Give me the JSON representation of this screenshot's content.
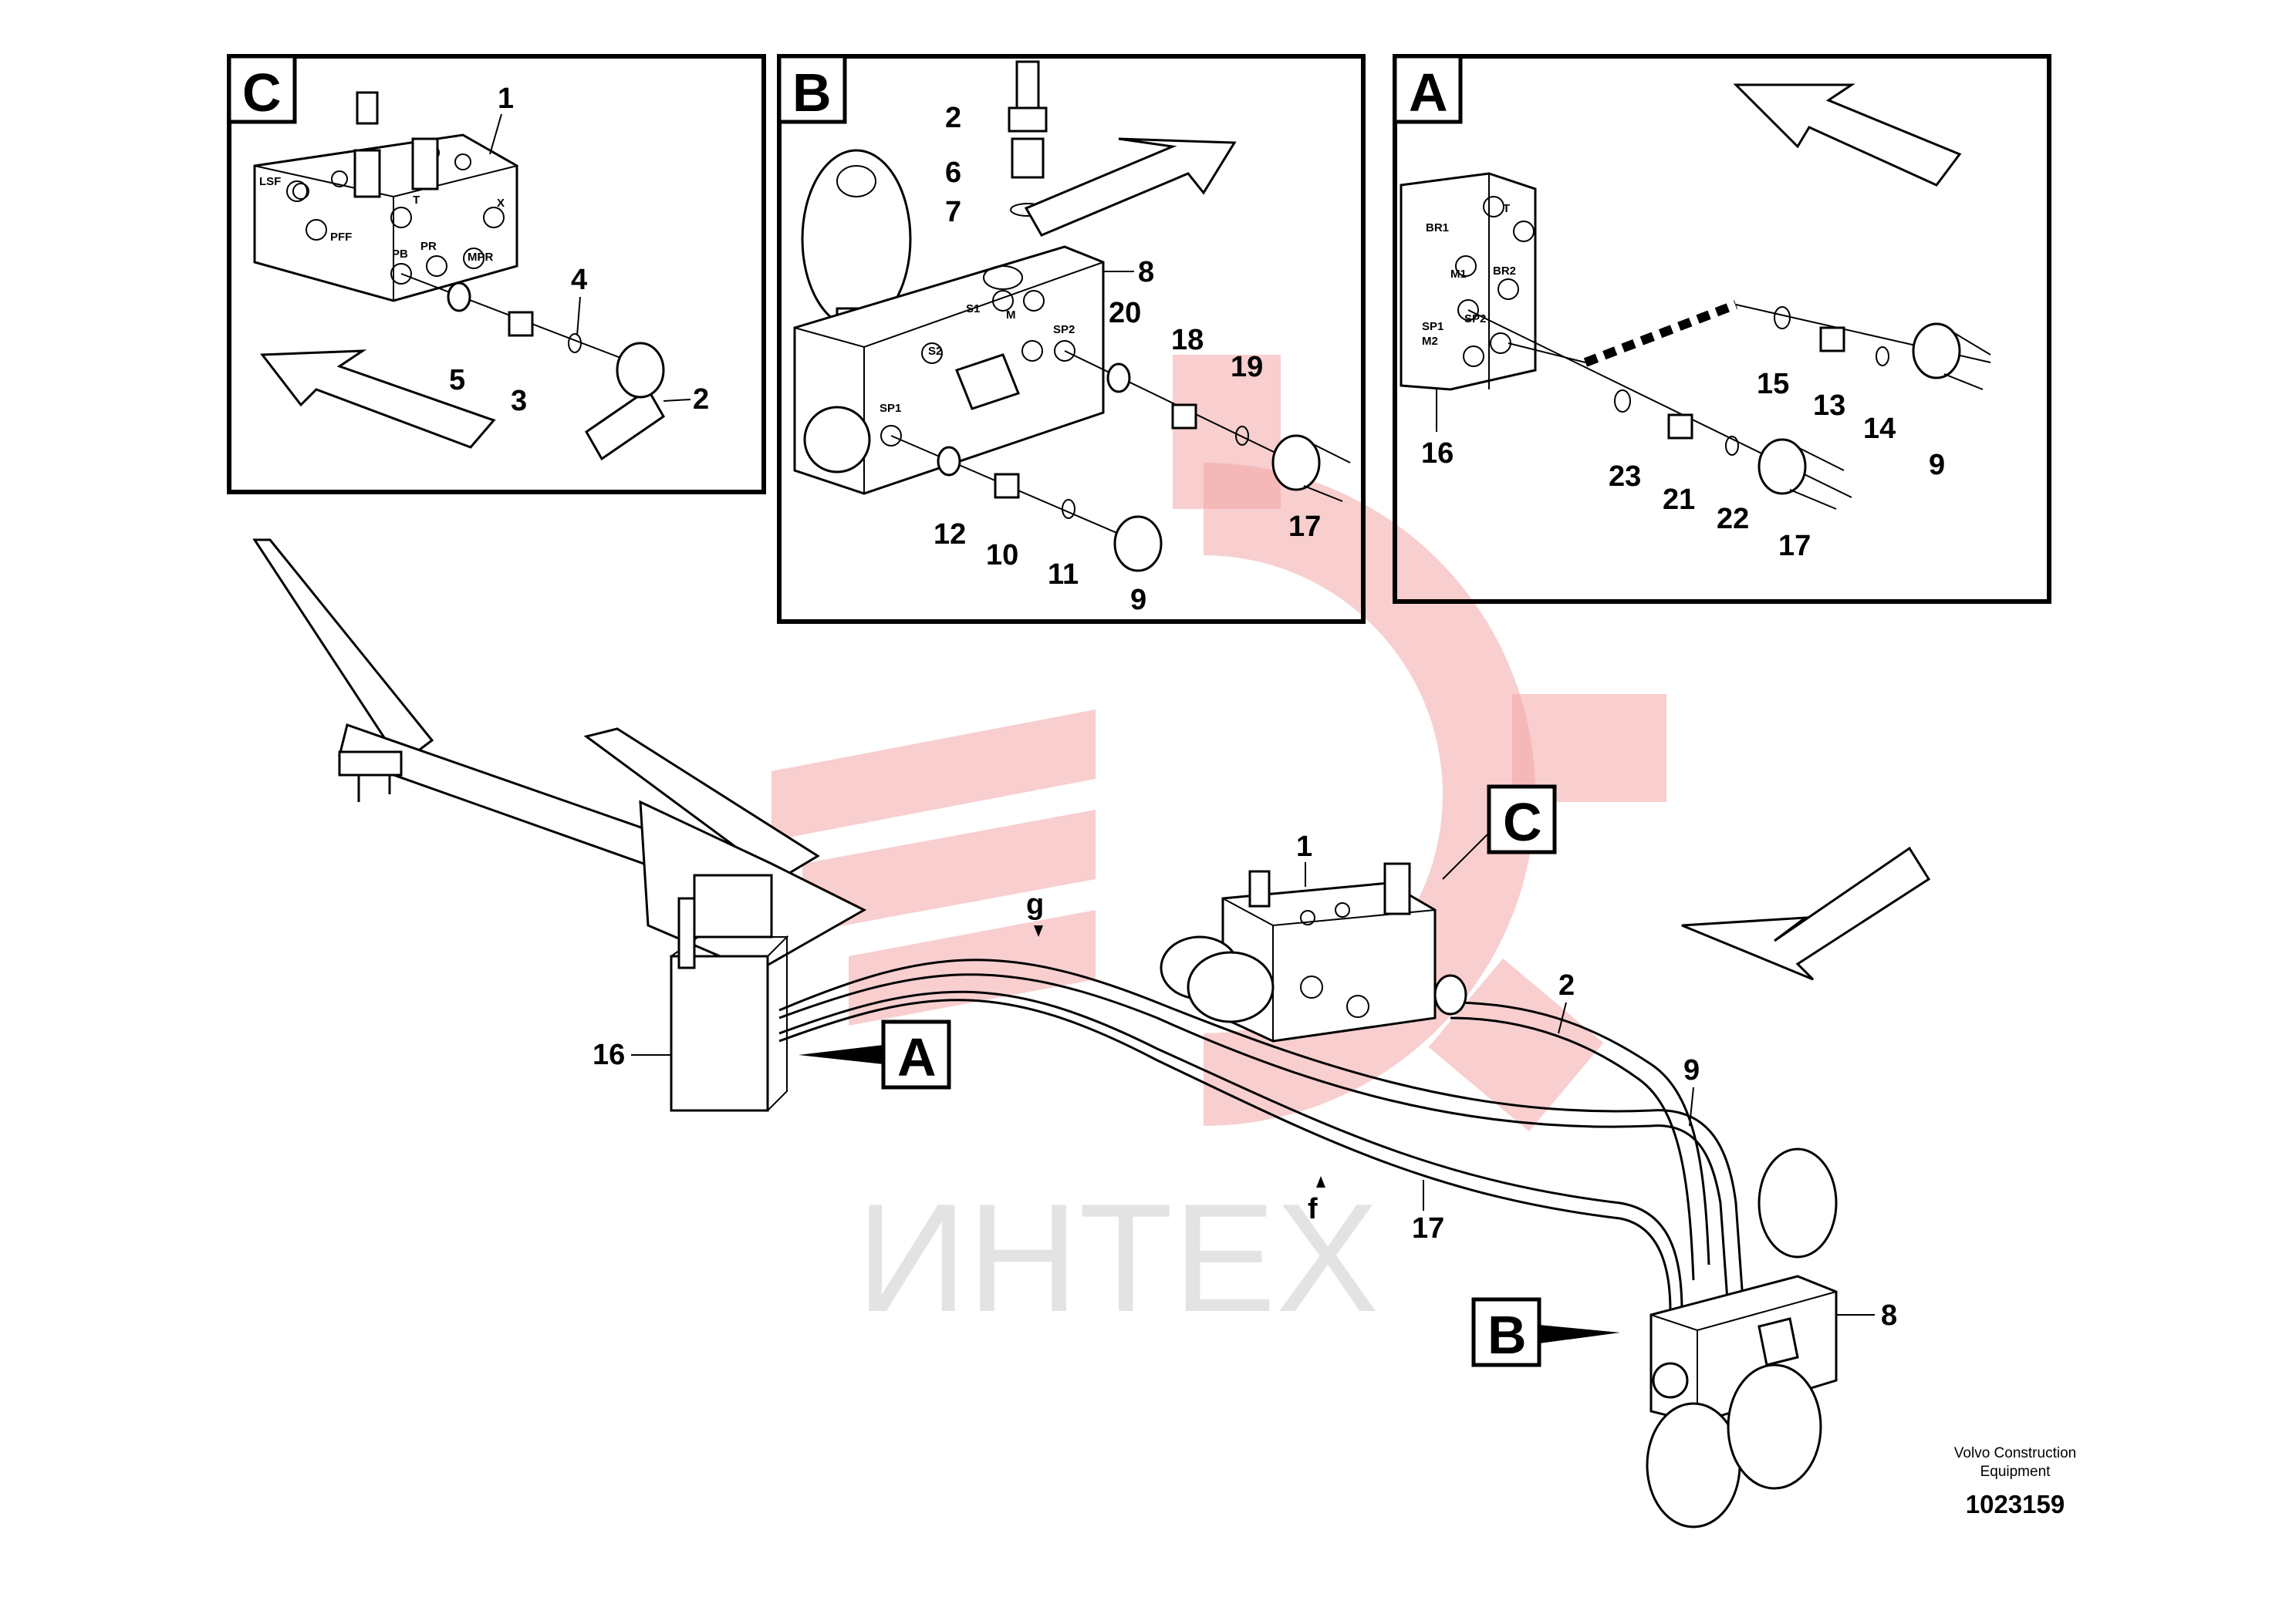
{
  "diagram": {
    "detail_views": [
      {
        "letter": "C",
        "ports": [
          "LSF",
          "PFF",
          "PB",
          "PR",
          "MPR",
          "T",
          "X"
        ],
        "callouts": [
          "1",
          "4",
          "5",
          "3",
          "2"
        ]
      },
      {
        "letter": "B",
        "ports": [
          "S1",
          "M",
          "S2",
          "SP2",
          "SP1"
        ],
        "callouts": [
          "2",
          "6",
          "7",
          "8",
          "20",
          "18",
          "19",
          "12",
          "10",
          "11",
          "9",
          "17"
        ]
      },
      {
        "letter": "A",
        "ports": [
          "BR1",
          "T",
          "M1",
          "BR2",
          "SP1",
          "SP2",
          "M2"
        ],
        "callouts": [
          "15",
          "13",
          "14",
          "9",
          "16",
          "23",
          "21",
          "22",
          "17"
        ]
      }
    ],
    "main_view": {
      "view_labels": [
        "A",
        "B",
        "C"
      ],
      "callouts": [
        "1",
        "2",
        "9",
        "16",
        "17",
        "8"
      ],
      "flow_labels": [
        "g",
        "f"
      ]
    }
  },
  "watermark": {
    "text": "ИНТЕХ",
    "color": "#f3a6a6"
  },
  "credit": {
    "line1": "Volvo Construction",
    "line2": "Equipment",
    "doc_number": "1023159"
  }
}
